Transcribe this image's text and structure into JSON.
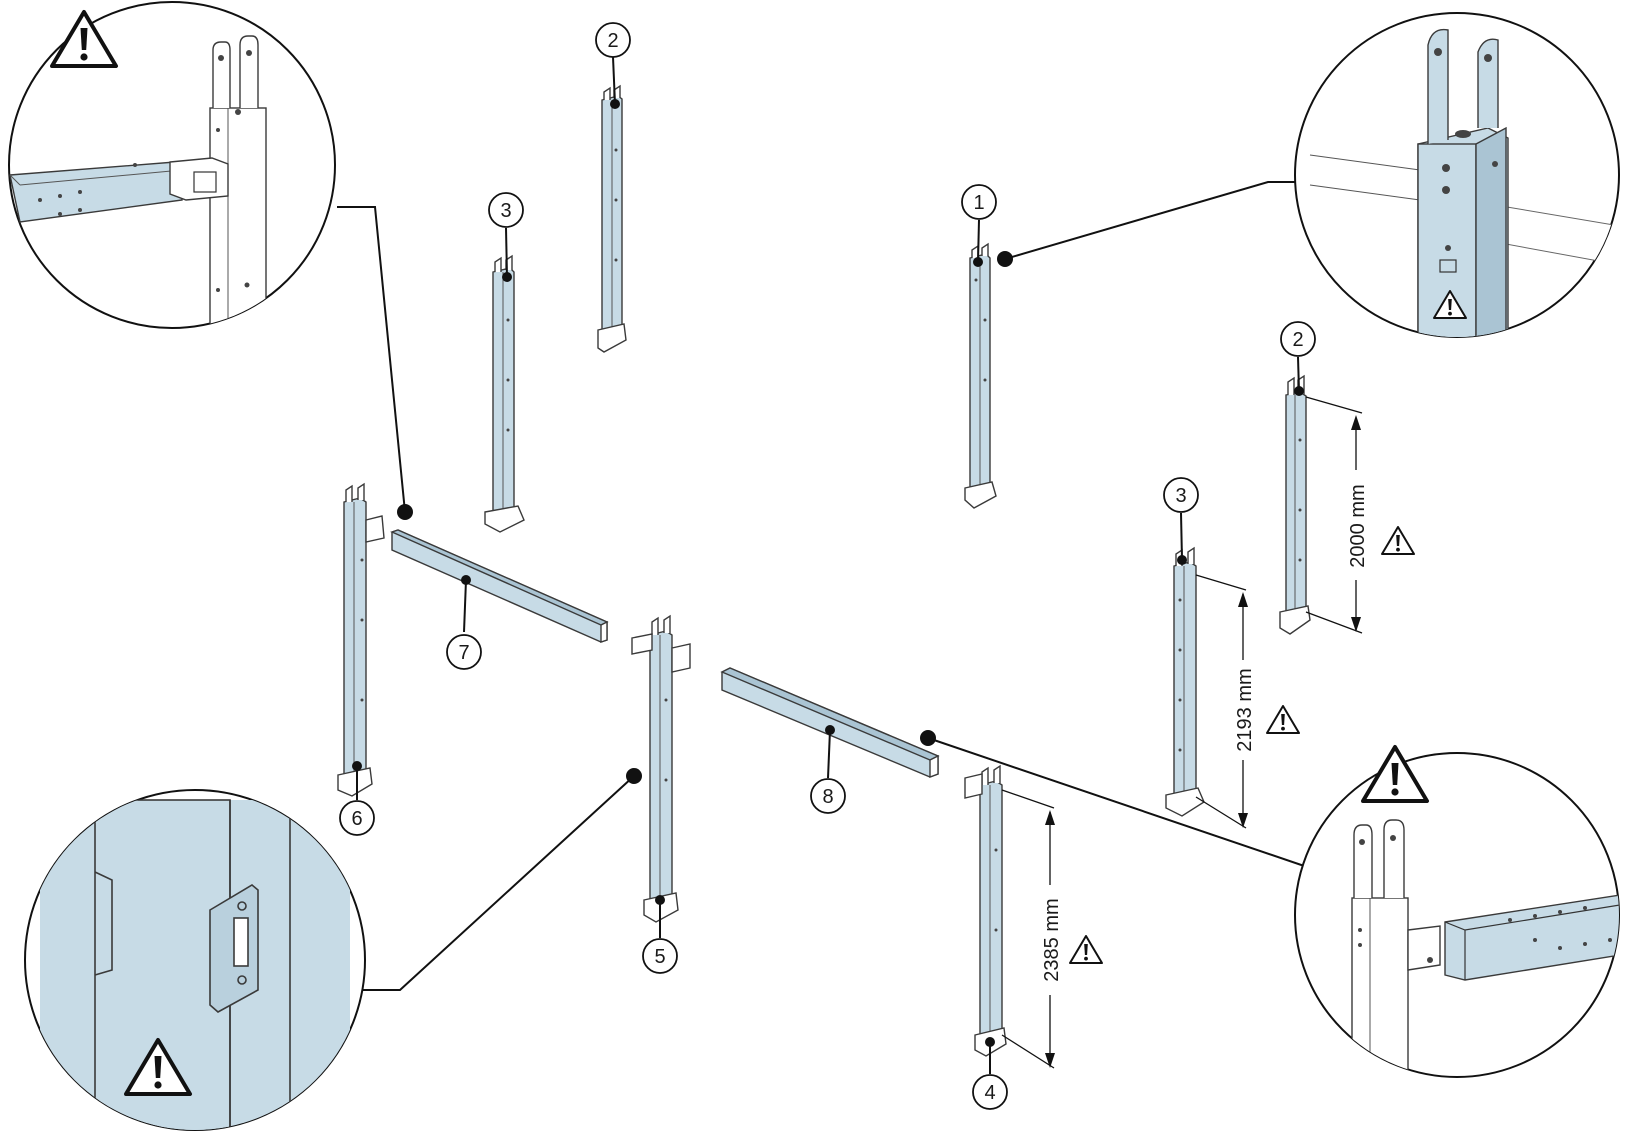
{
  "diagram": {
    "part_numbers": [
      "1",
      "2",
      "3",
      "4",
      "5",
      "6",
      "7",
      "8"
    ],
    "callouts": [
      {
        "number": "2"
      },
      {
        "number": "3"
      },
      {
        "number": "1"
      },
      {
        "number": "2"
      },
      {
        "number": "3"
      },
      {
        "number": "6"
      },
      {
        "number": "7"
      },
      {
        "number": "5"
      },
      {
        "number": "8"
      },
      {
        "number": "4"
      }
    ],
    "dimensions": [
      {
        "value": "2000 mm"
      },
      {
        "value": "2193 mm"
      },
      {
        "value": "2385 mm"
      }
    ],
    "warning_symbol": "warning-triangle-icon",
    "colors": {
      "part_fill": "#c7dbe6",
      "part_shade": "#aac4d3",
      "line": "#111111"
    }
  }
}
